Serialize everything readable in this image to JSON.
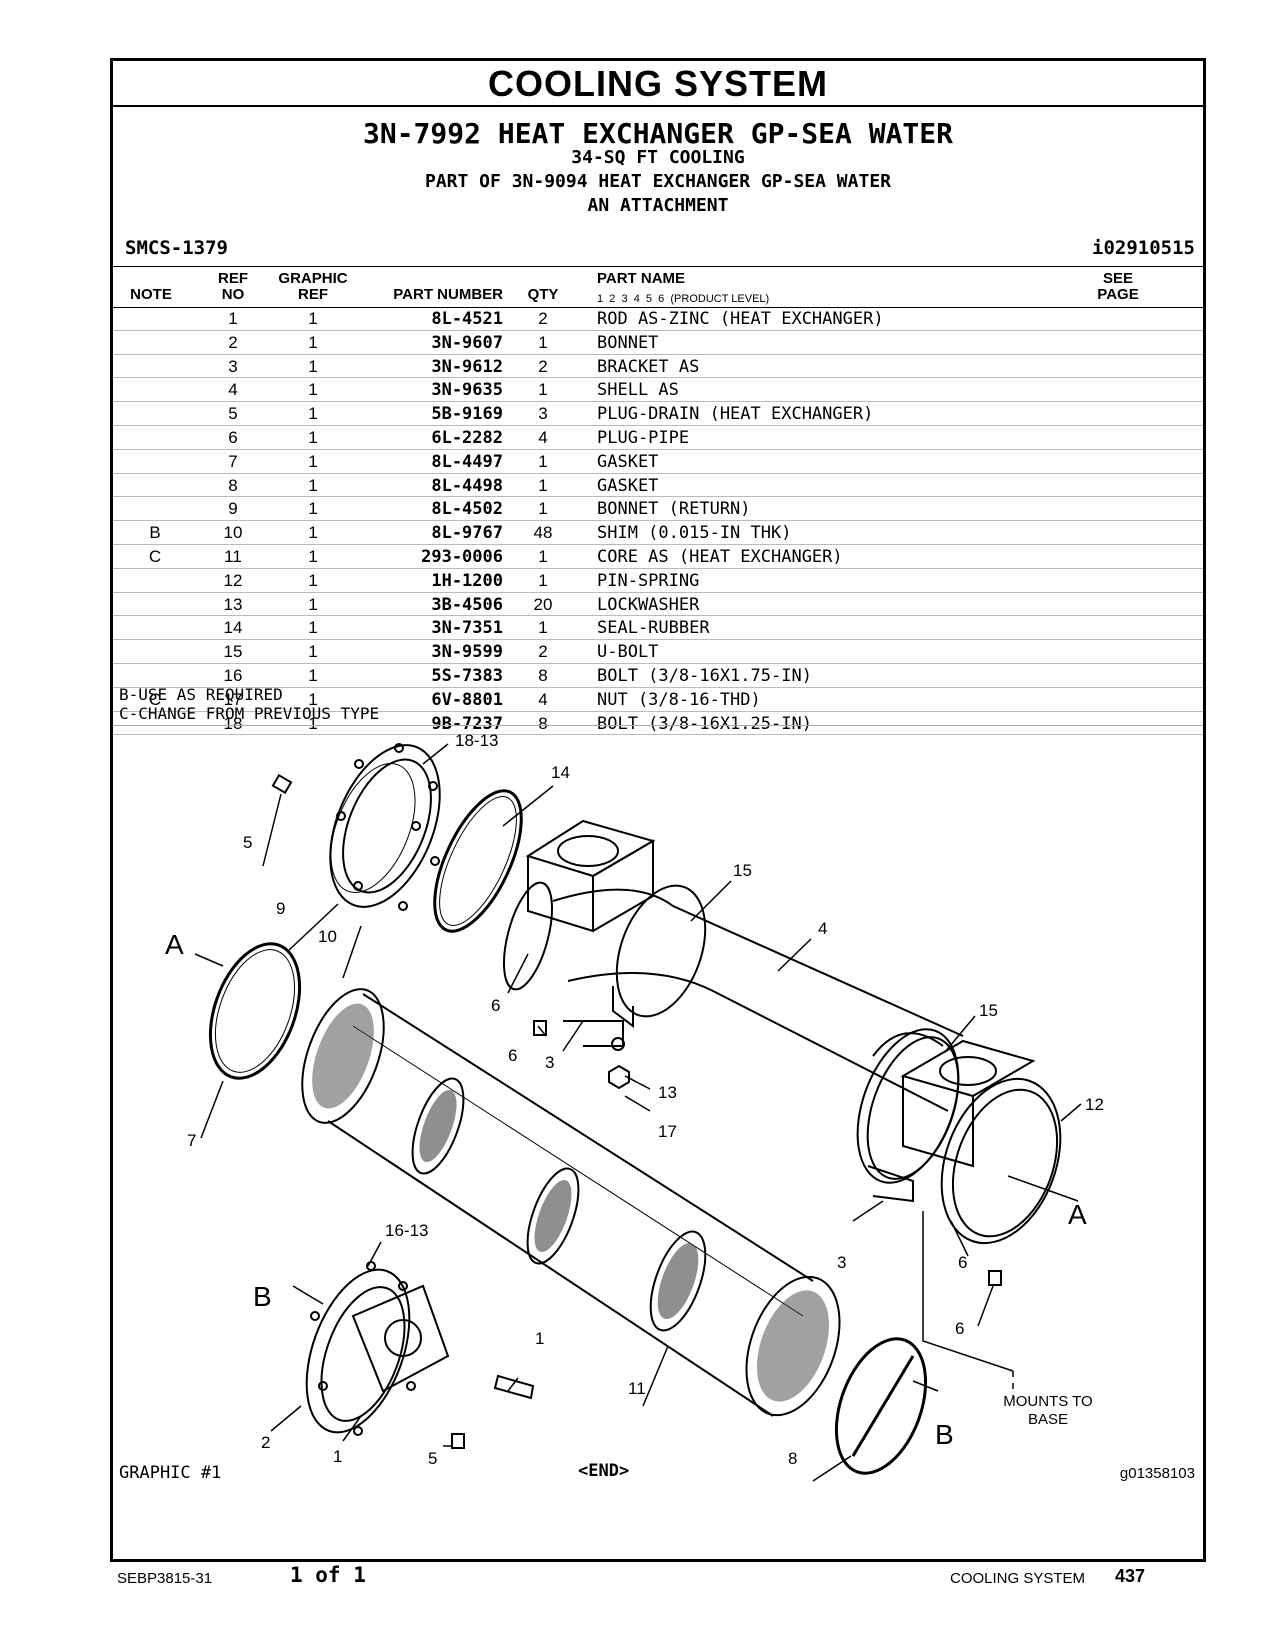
{
  "header": {
    "section_title": "COOLING SYSTEM",
    "group_title": "3N-7992 HEAT EXCHANGER GP-SEA WATER",
    "subtitle_1": "34-SQ FT COOLING",
    "subtitle_2": "PART OF 3N-9094 HEAT EXCHANGER GP-SEA WATER",
    "subtitle_3": "AN ATTACHMENT",
    "smcs": "SMCS-1379",
    "illustration_id": "i02910515"
  },
  "table": {
    "col_note": "NOTE",
    "col_ref_1": "REF",
    "col_ref_2": "NO",
    "col_graphic_1": "GRAPHIC",
    "col_graphic_2": "REF",
    "col_part_number": "PART NUMBER",
    "col_qty": "QTY",
    "col_part_name": "PART NAME",
    "col_levels": "1  2  3  4  5  6  (PRODUCT LEVEL)",
    "col_see_1": "SEE",
    "col_see_2": "PAGE",
    "rows": [
      {
        "note": "",
        "ref": "1",
        "graphic": "1",
        "part": "8L-4521",
        "qty": "2",
        "name": "ROD AS-ZINC (HEAT EXCHANGER)"
      },
      {
        "note": "",
        "ref": "2",
        "graphic": "1",
        "part": "3N-9607",
        "qty": "1",
        "name": "BONNET"
      },
      {
        "note": "",
        "ref": "3",
        "graphic": "1",
        "part": "3N-9612",
        "qty": "2",
        "name": "BRACKET AS"
      },
      {
        "note": "",
        "ref": "4",
        "graphic": "1",
        "part": "3N-9635",
        "qty": "1",
        "name": "SHELL AS"
      },
      {
        "note": "",
        "ref": "5",
        "graphic": "1",
        "part": "5B-9169",
        "qty": "3",
        "name": "PLUG-DRAIN (HEAT EXCHANGER)"
      },
      {
        "note": "",
        "ref": "6",
        "graphic": "1",
        "part": "6L-2282",
        "qty": "4",
        "name": "PLUG-PIPE"
      },
      {
        "note": "",
        "ref": "7",
        "graphic": "1",
        "part": "8L-4497",
        "qty": "1",
        "name": "GASKET"
      },
      {
        "note": "",
        "ref": "8",
        "graphic": "1",
        "part": "8L-4498",
        "qty": "1",
        "name": "GASKET"
      },
      {
        "note": "",
        "ref": "9",
        "graphic": "1",
        "part": "8L-4502",
        "qty": "1",
        "name": "BONNET (RETURN)"
      },
      {
        "note": "B",
        "ref": "10",
        "graphic": "1",
        "part": "8L-9767",
        "qty": "48",
        "name": "SHIM (0.015-IN THK)"
      },
      {
        "note": "C",
        "ref": "11",
        "graphic": "1",
        "part": "293-0006",
        "qty": "1",
        "name": "CORE AS (HEAT EXCHANGER)"
      },
      {
        "note": "",
        "ref": "12",
        "graphic": "1",
        "part": "1H-1200",
        "qty": "1",
        "name": "PIN-SPRING"
      },
      {
        "note": "",
        "ref": "13",
        "graphic": "1",
        "part": "3B-4506",
        "qty": "20",
        "name": "LOCKWASHER"
      },
      {
        "note": "",
        "ref": "14",
        "graphic": "1",
        "part": "3N-7351",
        "qty": "1",
        "name": "SEAL-RUBBER"
      },
      {
        "note": "",
        "ref": "15",
        "graphic": "1",
        "part": "3N-9599",
        "qty": "2",
        "name": "U-BOLT"
      },
      {
        "note": "",
        "ref": "16",
        "graphic": "1",
        "part": "5S-7383",
        "qty": "8",
        "name": "BOLT (3/8-16X1.75-IN)"
      },
      {
        "note": "C",
        "ref": "17",
        "graphic": "1",
        "part": "6V-8801",
        "qty": "4",
        "name": "NUT (3/8-16-THD)"
      },
      {
        "note": "",
        "ref": "18",
        "graphic": "1",
        "part": "9B-7237",
        "qty": "8",
        "name": "BOLT (3/8-16X1.25-IN)"
      }
    ]
  },
  "notes": {
    "note_b": "B-USE AS REQUIRED",
    "note_c": "C-CHANGE FROM PREVIOUS TYPE"
  },
  "drawing": {
    "callouts": {
      "c18_13": "18-13",
      "c14": "14",
      "c5_top": "5",
      "c9": "9",
      "c10": "10",
      "c15_top": "15",
      "c4": "4",
      "c6_a": "6",
      "cA_left": "A",
      "c15_right": "15",
      "c6_b": "6",
      "c3_a": "3",
      "c13": "13",
      "c17": "17",
      "c12": "12",
      "c7": "7",
      "cA_right": "A",
      "c3_b": "3",
      "c6_c": "6",
      "c6_d": "6",
      "c16_13": "16-13",
      "cB_left": "B",
      "c1_a": "1",
      "c11": "11",
      "c2": "2",
      "c1_b": "1",
      "c5_bottom": "5",
      "c8": "8",
      "cB_right": "B",
      "mounts_1": "MOUNTS TO",
      "mounts_2": "BASE"
    },
    "graphic_label": "GRAPHIC #1",
    "end_label": "<END>",
    "graphic_id": "g01358103"
  },
  "footer": {
    "doc_id": "SEBP3815-31",
    "page_of": "1 of 1",
    "section": "COOLING SYSTEM",
    "page_number": "437"
  }
}
